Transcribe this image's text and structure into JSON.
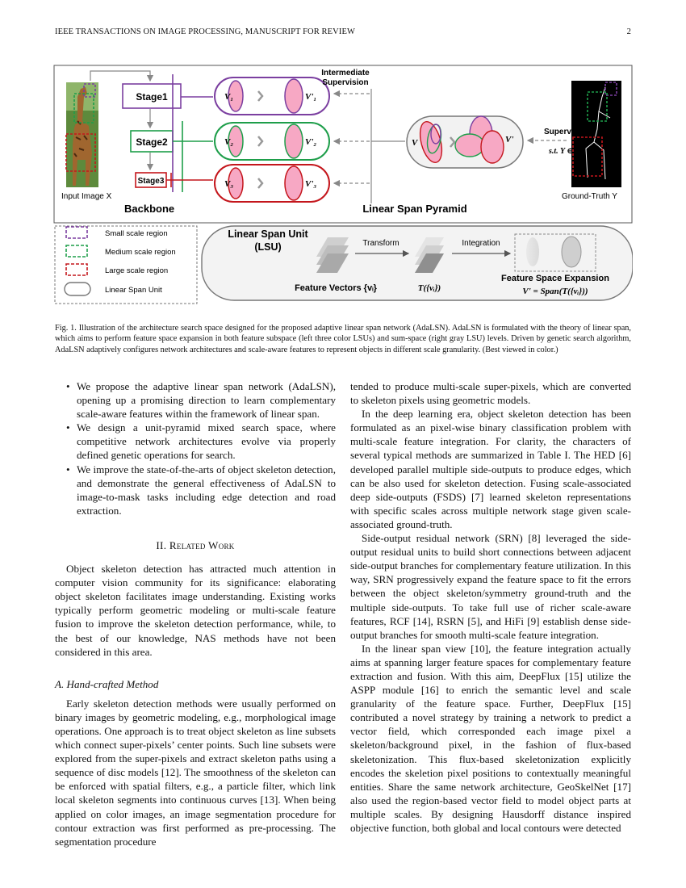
{
  "header": {
    "journal": "IEEE TRANSACTIONS ON IMAGE PROCESSING, MANUSCRIPT FOR REVIEW",
    "page": "2"
  },
  "figure": {
    "input_label": "Input Image X",
    "stages": [
      "Stage1",
      "Stage2",
      "Stage3"
    ],
    "backbone_label": "Backbone",
    "intermediate_supervision": [
      "Intermediate",
      "Supervision"
    ],
    "lsu_in": [
      "V₁",
      "V₂",
      "V₃"
    ],
    "lsu_out": [
      "V'₁",
      "V'₂",
      "V'₃"
    ],
    "pyramid_in": "V",
    "pyramid_out": "V'",
    "supervision_label": "Supervision",
    "supervision_condition": "s.t. Y ∈V'",
    "pyramid_label": "Linear Span Pyramid",
    "ground_truth_label": "Ground-Truth Y",
    "legend": [
      "Small scale region",
      "Medium scale region",
      "Large scale region",
      "Linear Span Unit"
    ],
    "lsu_title": [
      "Linear Span Unit",
      "(LSU)"
    ],
    "transform_label": "Transform",
    "integration_label": "Integration",
    "feature_vectors_label": "Feature Vectors {vᵢ}",
    "t_label": "T({vᵢ})",
    "expansion_title": "Feature Space Expansion",
    "expansion_formula": "V' = Span(T({vᵢ}))",
    "colors": {
      "small": "#7b3fa0",
      "medium": "#1e9e4a",
      "large": "#c4161c",
      "fill": "#f7a8c4",
      "gray": "#b0b0b0"
    }
  },
  "caption": "Fig. 1.  Illustration of the architecture search space designed for the proposed adaptive linear span network (AdaLSN). AdaLSN is formulated with the theory of linear span, which aims to perform feature space expansion in both feature subspace (left three color LSUs) and sum-space (right gray LSU) levels. Driven by genetic search algorithm, AdaLSN adaptively configures network architectures and scale-aware features to represent objects in different scale granularity. (Best viewed in color.)",
  "left_column": {
    "bullets": [
      "We propose the adaptive linear span network (AdaLSN), opening up a promising direction to learn complementary scale-aware features within the framework of linear span.",
      "We design a unit-pyramid mixed search space, where competitive network architectures evolve via properly defined genetic operations for search.",
      "We improve the state-of-the-arts of object skeleton detection, and demonstrate the general effectiveness of AdaLSN to image-to-mask tasks including edge detection and road extraction."
    ],
    "section_number": "II.",
    "section_title": "Related Work",
    "section_paragraph": "Object skeleton detection has attracted much attention in computer vision community for its significance: elaborating object skeleton facilitates image understanding. Existing works typically perform geometric modeling or multi-scale feature fusion to improve the skeleton detection performance, while, to the best of our knowledge, NAS methods have not been considered in this area.",
    "subsection_title": "A.  Hand-crafted Method",
    "subsection_paragraph": "Early skeleton detection methods were usually performed on binary images by geometric modeling, e.g., morphological image operations. One approach is to treat object skeleton as line subsets which connect super-pixels’ center points. Such line subsets were explored from the super-pixels and extract skeleton paths using a sequence of disc models [12]. The smoothness of the skeleton can be enforced with spatial filters, e.g., a particle filter, which link local skeleton segments into continuous curves [13]. When being applied on color images, an image segmentation procedure for contour extraction was first performed as pre-processing. The segmentation procedure"
  },
  "right_column": {
    "paragraphs": [
      "tended to produce multi-scale super-pixels, which are converted to skeleton pixels using geometric models.",
      "In the deep learning era, object skeleton detection has been formulated as an pixel-wise binary classification problem with multi-scale feature integration. For clarity, the characters of several typical methods are summarized in Table I. The HED [6] developed parallel multiple side-outputs to produce edges, which can be also used for skeleton detection. Fusing scale-associated deep side-outputs (FSDS) [7] learned skeleton representations with specific scales across multiple network stage given scale-associated ground-truth.",
      "Side-output residual network (SRN) [8] leveraged the side-output residual units to build short connections between adjacent side-output branches for complementary feature utilization. In this way, SRN progressively expand the feature space to fit the errors between the object skeleton/symmetry ground-truth and the multiple side-outputs. To take full use of richer scale-aware features, RCF [14], RSRN [5], and HiFi [9] establish dense side-output branches for smooth multi-scale feature integration.",
      "In the linear span view [10], the feature integration actually aims at spanning larger feature spaces for complementary feature extraction and fusion. With this aim, DeepFlux [15] utilize the ASPP module [16] to enrich the semantic level and scale granularity of the feature space. Further, DeepFlux [15] contributed a novel strategy by training a network to predict a vector field, which corresponded each image pixel a skeleton/background pixel, in the fashion of flux-based skeletonization. This flux-based skeletonization explicitly encodes the skeletion pixel positions to contextually meaningful entities. Share the same network architecture, GeoSkelNet [17] also used the region-based vector field to model object parts at multiple scales. By designing Hausdorff distance inspired objective function, both global and local contours were detected"
    ]
  }
}
